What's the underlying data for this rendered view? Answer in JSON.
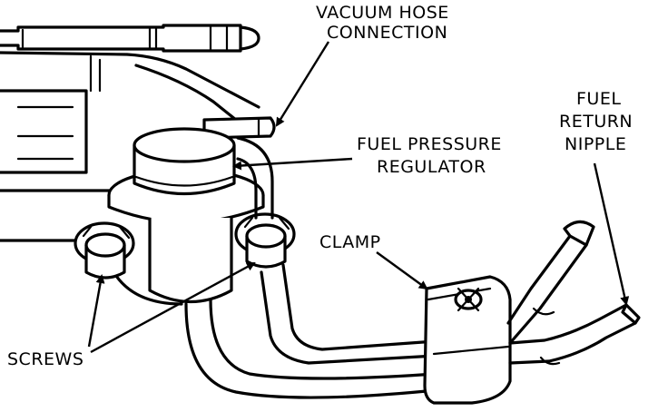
{
  "labels": {
    "vacuum_line1": "VACUUM HOSE",
    "vacuum_line2": "CONNECTION",
    "regulator_line1": "FUEL PRESSURE",
    "regulator_line2": "REGULATOR",
    "return_line1": "FUEL",
    "return_line2": "RETURN",
    "return_line3": "NIPPLE",
    "clamp": "CLAMP",
    "screws": "SCREWS"
  },
  "colors": {
    "ink": "#000000",
    "paper": "#ffffff"
  }
}
